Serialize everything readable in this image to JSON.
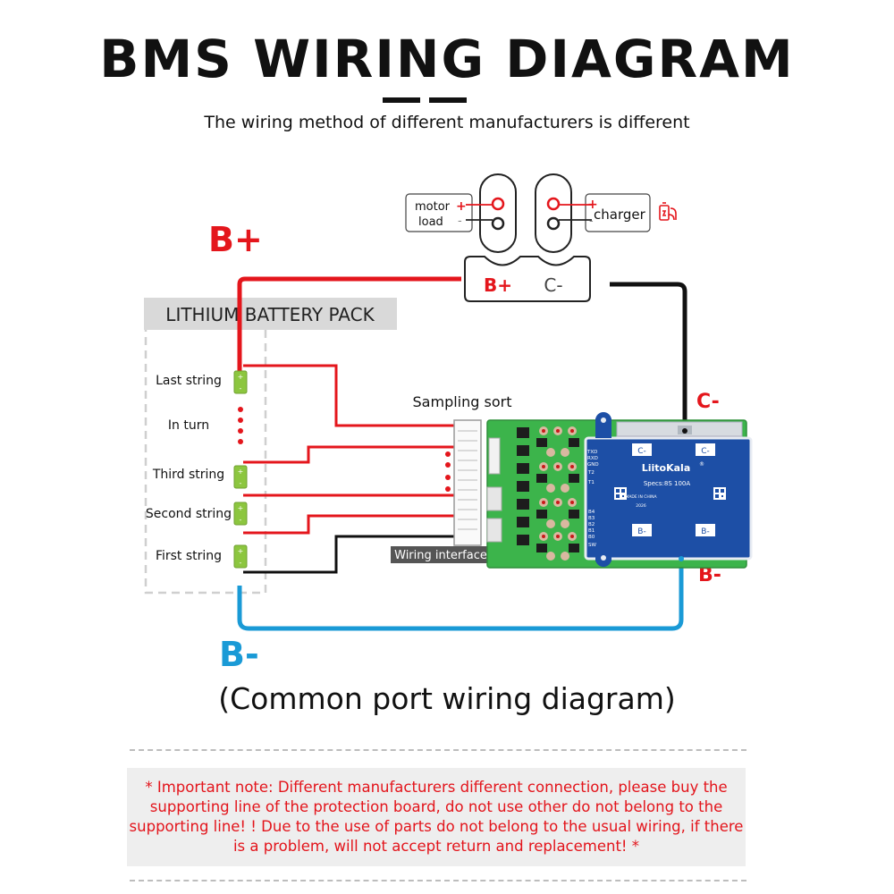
{
  "title": "BMS WIRING DIAGRAM",
  "subtitle": "The wiring method of different manufacturers is different",
  "caption": "(Common port wiring diagram)",
  "important_note": "* Important note: Different manufacturers different connection, please buy the supporting line of the protection board, do not use other do not belong to the supporting line! ! Due to the use of parts do not belong to the usual wiring, if there is a problem, will not accept return and replacement! *",
  "labels": {
    "b_plus": "B+",
    "b_minus": "B-",
    "c_minus": "C-",
    "b_minus_small": "B-",
    "pack": "LITHIUM BATTERY PACK",
    "sampling_sort": "Sampling sort",
    "wiring_interface": "Wiring interface"
  },
  "connector": {
    "b_plus": "B+",
    "c_minus": "C-"
  },
  "motor_box": {
    "line1": "motor",
    "line2": "load",
    "plus": "+",
    "minus": "-"
  },
  "charger_box": {
    "label": "charger",
    "plus": "+",
    "minus": "-",
    "icon": "battery-plug-icon"
  },
  "strings": [
    "Last string",
    "In turn",
    "Third string",
    "Second string",
    "First string"
  ],
  "board": {
    "brand": "LiitoKala",
    "registered": "®",
    "specs": "Specs:8S 100A",
    "made_in": "MADE IN CHINA",
    "year": "2026",
    "pad_c": "C-",
    "pad_b": "B-",
    "side_labels_top": [
      "TXD",
      "RXD",
      "GND"
    ],
    "side_labels_mid": [
      "T2",
      "T1"
    ],
    "side_labels_bottom": [
      "B4",
      "B3",
      "B2",
      "B1",
      "B0"
    ],
    "side_label_sw": "SW"
  },
  "colors": {
    "positive": "#e4161c",
    "negative_blue": "#1a9ad6",
    "wire_black": "#111111",
    "pcb_green": "#3cb44b",
    "bms_blue": "#1d4fa6",
    "cell_green": "#8cc63f"
  }
}
